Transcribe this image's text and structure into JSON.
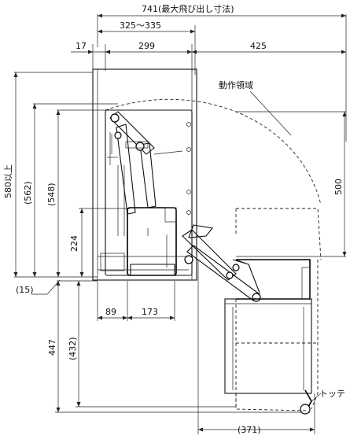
{
  "dimensions": {
    "total_width": "741(最大飛び出し寸法)",
    "range": "325～335",
    "d17": "17",
    "d299": "299",
    "d425": "425",
    "h580": "580以上",
    "h562": "(562)",
    "h548": "(548)",
    "h500": "500",
    "h224": "224",
    "d15": "(15)",
    "d89": "89",
    "d173": "173",
    "h447": "447",
    "h432": "(432)",
    "d371": "(371)"
  },
  "annotations": {
    "motion_area": "動作領域",
    "handle": "トッテ"
  }
}
